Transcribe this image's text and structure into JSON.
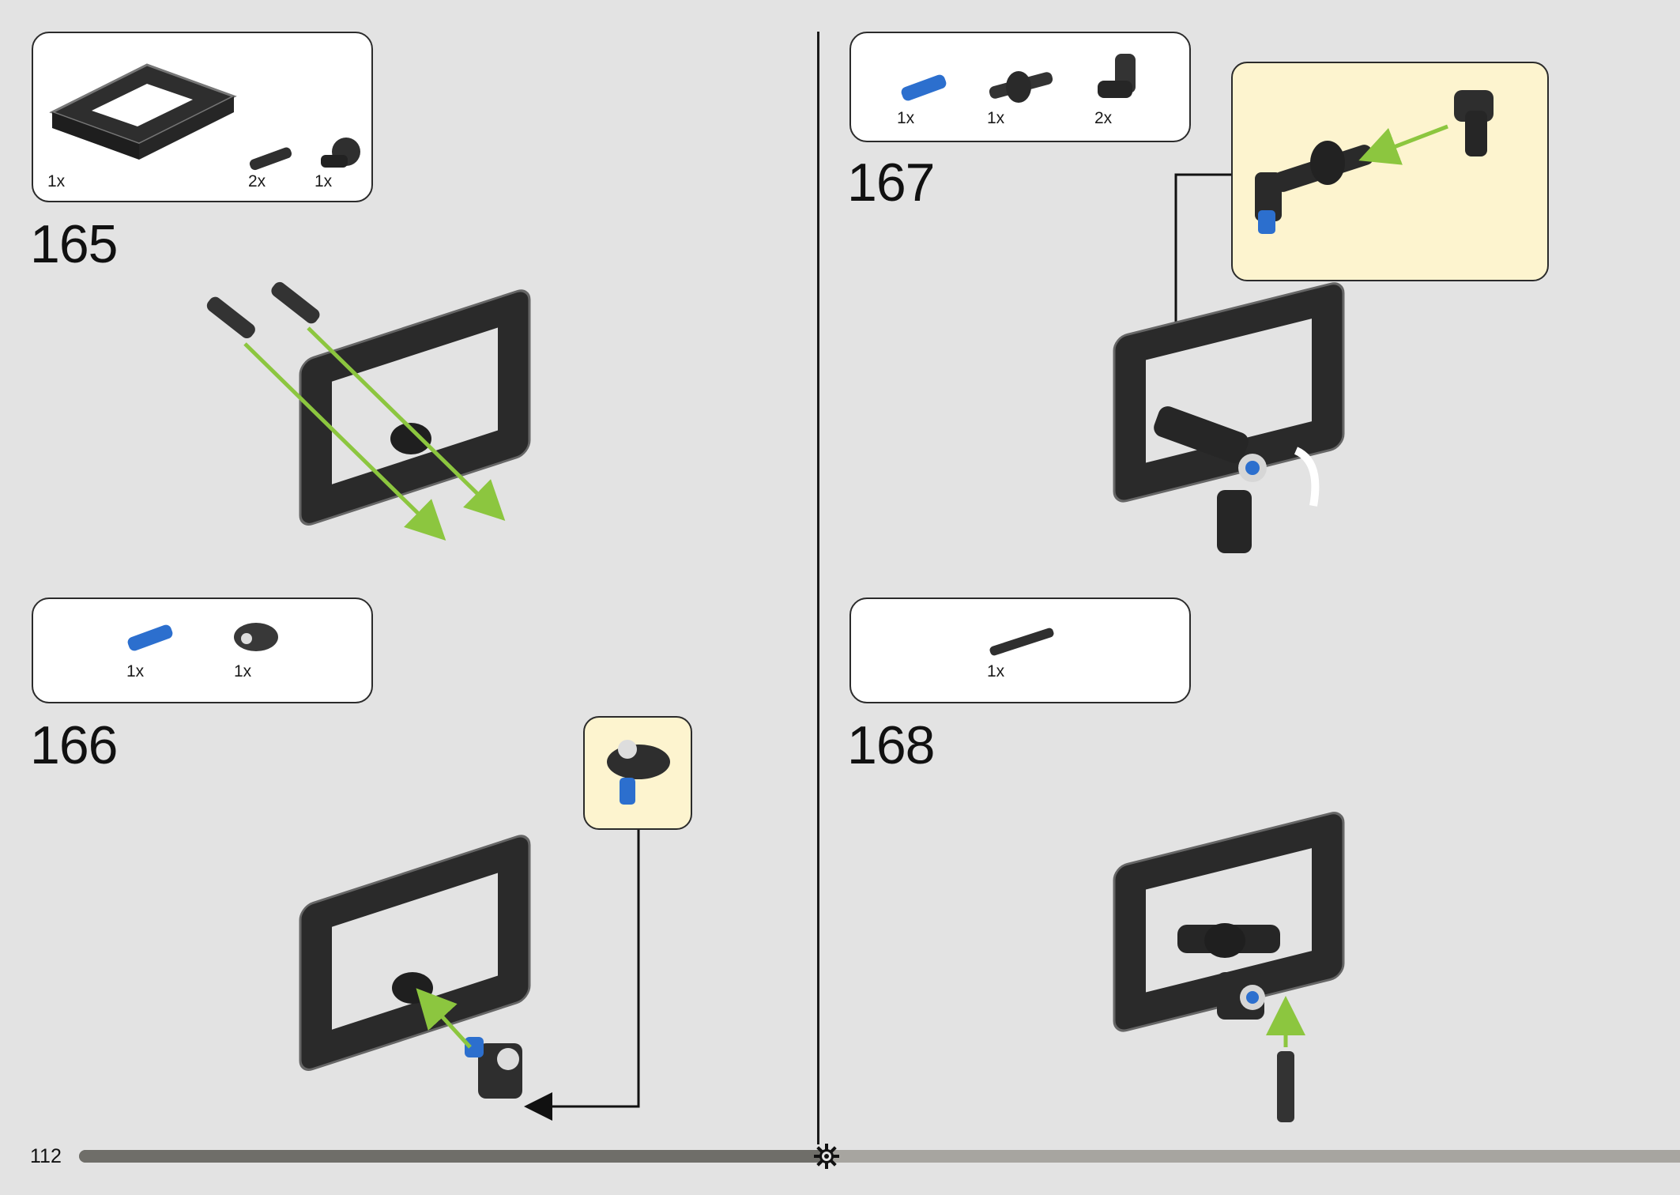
{
  "page": {
    "number": "112",
    "progress": 0.467
  },
  "steps": [
    {
      "number": "165",
      "parts": [
        {
          "qty": "1x",
          "icon": "frame-5x7-icon"
        },
        {
          "qty": "2x",
          "icon": "friction-pin-icon"
        },
        {
          "qty": "1x",
          "icon": "pin-connector-icon"
        }
      ]
    },
    {
      "number": "166",
      "parts": [
        {
          "qty": "1x",
          "icon": "blue-axle-pin-icon"
        },
        {
          "qty": "1x",
          "icon": "beam-connector-icon"
        }
      ]
    },
    {
      "number": "167",
      "parts": [
        {
          "qty": "1x",
          "icon": "blue-axle-pin-icon"
        },
        {
          "qty": "1x",
          "icon": "cross-block-icon"
        },
        {
          "qty": "2x",
          "icon": "angle-connector-icon"
        }
      ]
    },
    {
      "number": "168",
      "parts": [
        {
          "qty": "1x",
          "icon": "black-axle-icon"
        }
      ]
    }
  ],
  "colors": {
    "background": "#e3e3e3",
    "callout": "#fdf4cf",
    "arrow_green": "#8cc63f",
    "brick_black": "#2a2a2a",
    "brick_blue": "#2c6fce"
  }
}
